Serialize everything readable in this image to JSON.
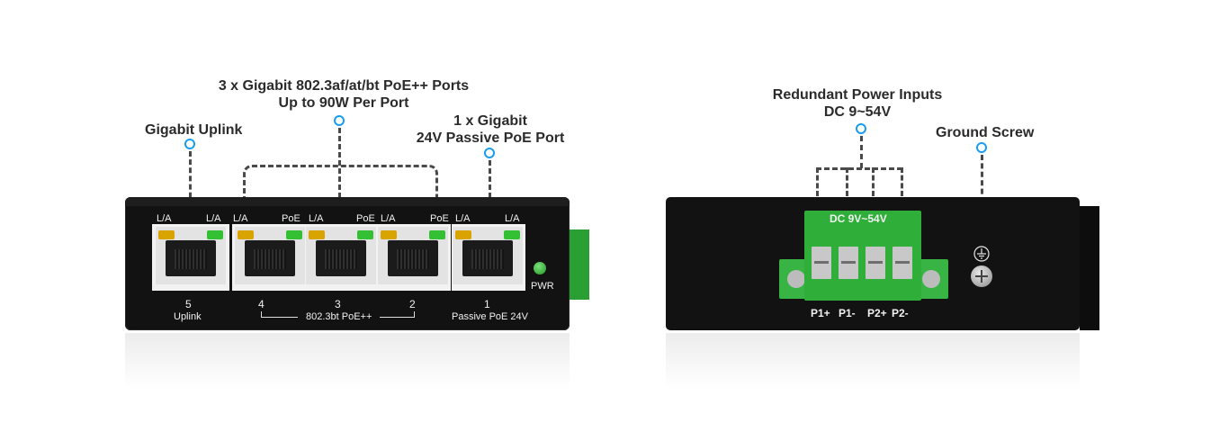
{
  "callouts": {
    "uplink": "Gigabit Uplink",
    "poe_line1": "3 x Gigabit 802.3af/at/bt PoE++ Ports",
    "poe_line2": "Up to 90W Per Port",
    "passive_line1": "1 x Gigabit",
    "passive_line2": "24V Passive PoE Port",
    "power_line1": "Redundant Power Inputs",
    "power_line2": "DC 9~54V",
    "ground": "Ground Screw"
  },
  "front_panel": {
    "port_labels": {
      "p5_left": "L/A",
      "p5_right": "L/A",
      "p4_left": "L/A",
      "p4_right": "PoE",
      "p3_left": "L/A",
      "p3_right": "PoE",
      "p2_left": "L/A",
      "p2_right": "PoE",
      "p1_left": "L/A",
      "p1_right": "L/A"
    },
    "port_numbers": [
      "5",
      "4",
      "3",
      "2",
      "1"
    ],
    "uplink_label": "Uplink",
    "poe_group_label": "802.3bt PoE++",
    "passive_label": "Passive PoE 24V",
    "pwr_label": "PWR"
  },
  "side_panel": {
    "dc_label": "DC 9V~54V",
    "terminals": [
      "P1+",
      "P1-",
      "P2+",
      "P2-"
    ],
    "ground_symbol": "ground-symbol-icon"
  },
  "colors": {
    "accent_dot": "#1a9df0",
    "chassis": "#121212",
    "terminal_green": "#2fae3a",
    "led_yellow": "#d9a400",
    "led_green": "#33c033"
  }
}
